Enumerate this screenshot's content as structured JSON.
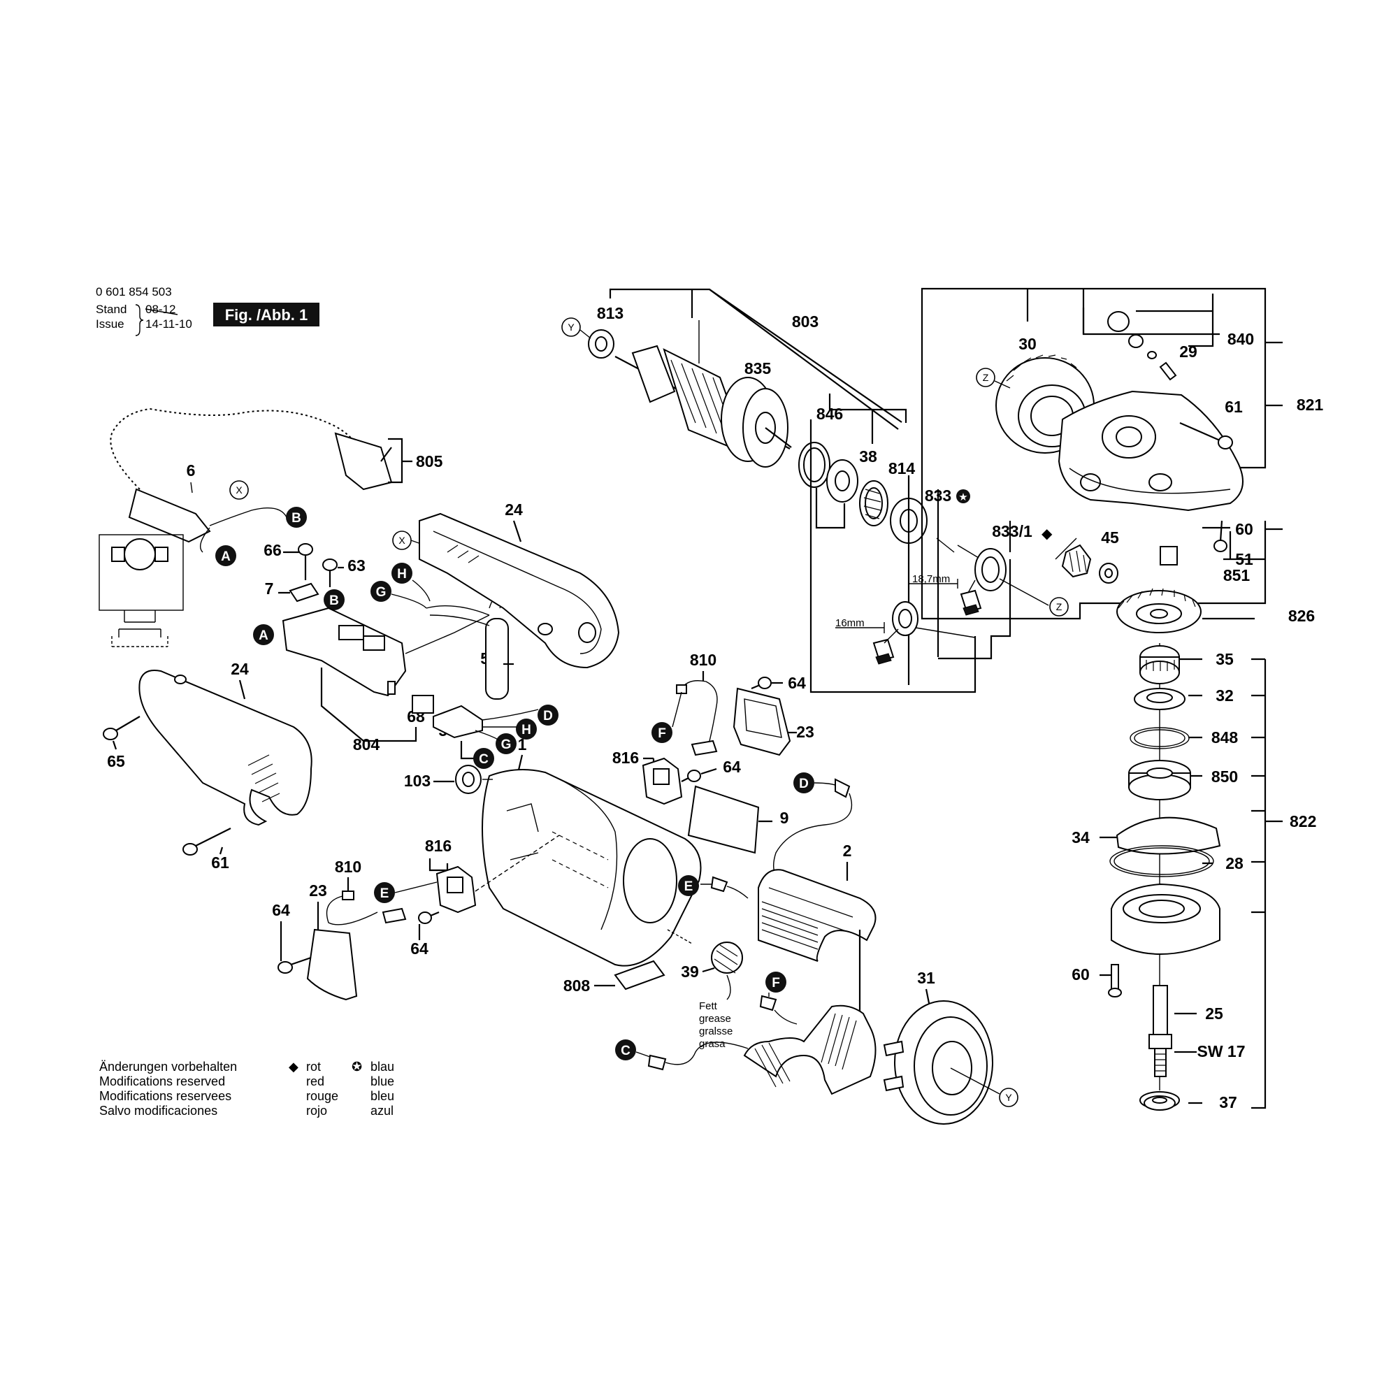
{
  "header": {
    "doc_number": "0 601 854 503",
    "stand_label": "Stand",
    "issue_label": "Issue",
    "stand_old_date": "08-12",
    "issue_date": "14-11-10",
    "figure_label": "Fig. /Abb. 1"
  },
  "parts": {
    "p803": "803",
    "p813": "813",
    "p835": "835",
    "p846": "846",
    "p38": "38",
    "p814": "814",
    "p833": "833",
    "p833_1": "833/1",
    "p30": "30",
    "p840": "840",
    "p29": "29",
    "p821": "821",
    "p61a": "61",
    "p60a": "60",
    "p51": "51",
    "p851": "851",
    "p45": "45",
    "p826": "826",
    "p35": "35",
    "p32": "32",
    "p848": "848",
    "p850": "850",
    "p822": "822",
    "p34": "34",
    "p28": "28",
    "p60b": "60",
    "p25": "25",
    "p37": "37",
    "p805": "805",
    "p6": "6",
    "p24a": "24",
    "p24b": "24",
    "p66": "66",
    "p63": "63",
    "p7": "7",
    "p54": "54",
    "p68": "68",
    "p53": "53",
    "p804": "804",
    "p65": "65",
    "p61b": "61",
    "p810a": "810",
    "p64a": "64",
    "p23a": "23",
    "p816a": "816",
    "p64b": "64",
    "p9": "9",
    "p1": "1",
    "p103": "103",
    "p2": "2",
    "p816b": "816",
    "p810b": "810",
    "p23b": "23",
    "p64c": "64",
    "p64d": "64",
    "p39": "39",
    "p808": "808",
    "p31": "31"
  },
  "dimensions": {
    "d1": "18,7mm",
    "d2": "16mm",
    "wrench": "SW 17"
  },
  "grease_labels": [
    "Fett",
    "grease",
    "gralsse",
    "grasa"
  ],
  "markers": {
    "a1": "A",
    "a2": "A",
    "b1": "B",
    "b2": "B",
    "c1": "C",
    "c2": "C",
    "d1": "D",
    "d2": "D",
    "e1": "E",
    "e2": "E",
    "f1": "F",
    "f2": "F",
    "g1": "G",
    "g2": "G",
    "h1": "H",
    "h2": "H"
  },
  "refs": {
    "x1": "X",
    "x2": "X",
    "y1": "Y",
    "y2": "Y",
    "z1": "Z",
    "z2": "Z"
  },
  "legend": {
    "modifications": [
      "Änderungen vorbehalten",
      "Modifications reserved",
      "Modifications reservees",
      "Salvo modificaciones"
    ],
    "red_symbol": "◆",
    "red": [
      "rot",
      "red",
      "rouge",
      "rojo"
    ],
    "blue_symbol": "✪",
    "blue": [
      "blau",
      "blue",
      "bleu",
      "azul"
    ]
  }
}
